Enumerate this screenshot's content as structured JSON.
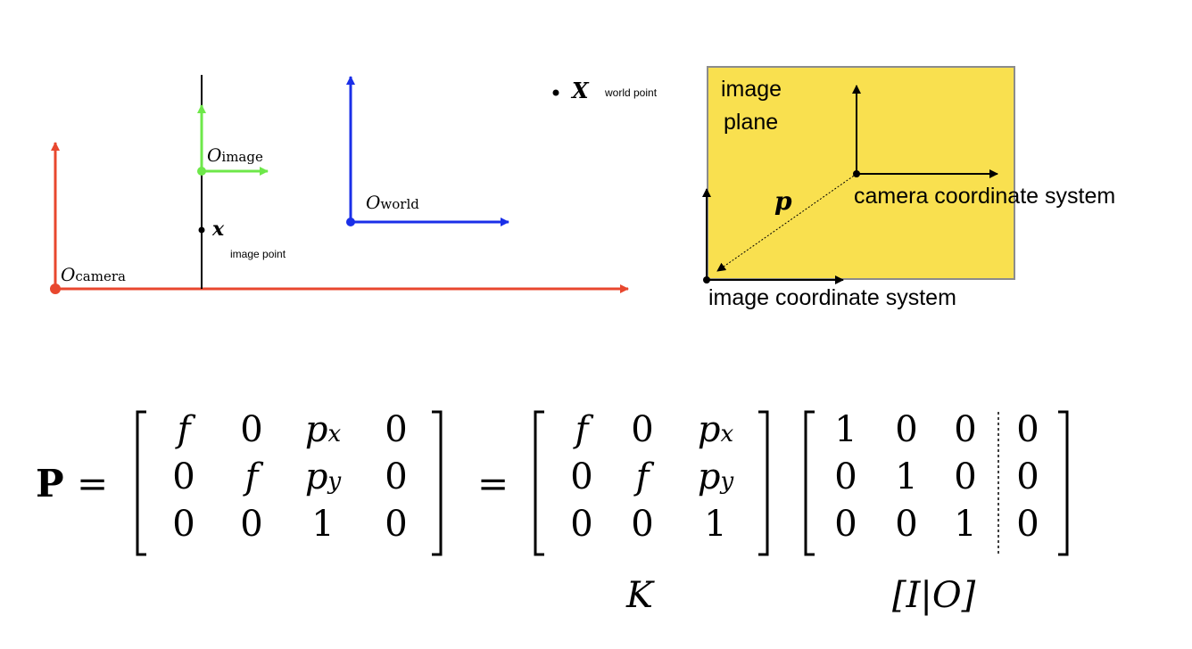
{
  "left_diagram": {
    "camera_origin": {
      "symbol": "O",
      "subscript": "camera"
    },
    "image_origin": {
      "symbol": "O",
      "subscript": "image"
    },
    "world_origin": {
      "symbol": "O",
      "subscript": "world"
    },
    "image_point": {
      "symbol": "x",
      "label": "image point"
    },
    "world_point": {
      "symbol": "X",
      "label": "world point"
    },
    "colors": {
      "camera": "#e8472e",
      "image": "#6ee84a",
      "world": "#1a2fe8",
      "axis": "#000000"
    }
  },
  "right_diagram": {
    "plane_label_line1": "image",
    "plane_label_line2": "plane",
    "principal_point": "p",
    "camera_coords_label": "camera coordinate system",
    "image_coords_label": "image coordinate system",
    "colors": {
      "plane_fill": "#f9e04f",
      "plane_border": "#8c8c8c"
    }
  },
  "equation": {
    "lhs": "P",
    "equals": "=",
    "P_matrix": [
      [
        "f",
        "0",
        "p_x",
        "0"
      ],
      [
        "0",
        "f",
        "p_y",
        "0"
      ],
      [
        "0",
        "0",
        "1",
        "0"
      ]
    ],
    "K_matrix": [
      [
        "f",
        "0",
        "p_x"
      ],
      [
        "0",
        "f",
        "p_y"
      ],
      [
        "0",
        "0",
        "1"
      ]
    ],
    "IO_matrix": [
      [
        "1",
        "0",
        "0",
        "0"
      ],
      [
        "0",
        "1",
        "0",
        "0"
      ],
      [
        "0",
        "0",
        "1",
        "0"
      ]
    ],
    "K_label": "K",
    "IO_label": "[I|O]"
  }
}
